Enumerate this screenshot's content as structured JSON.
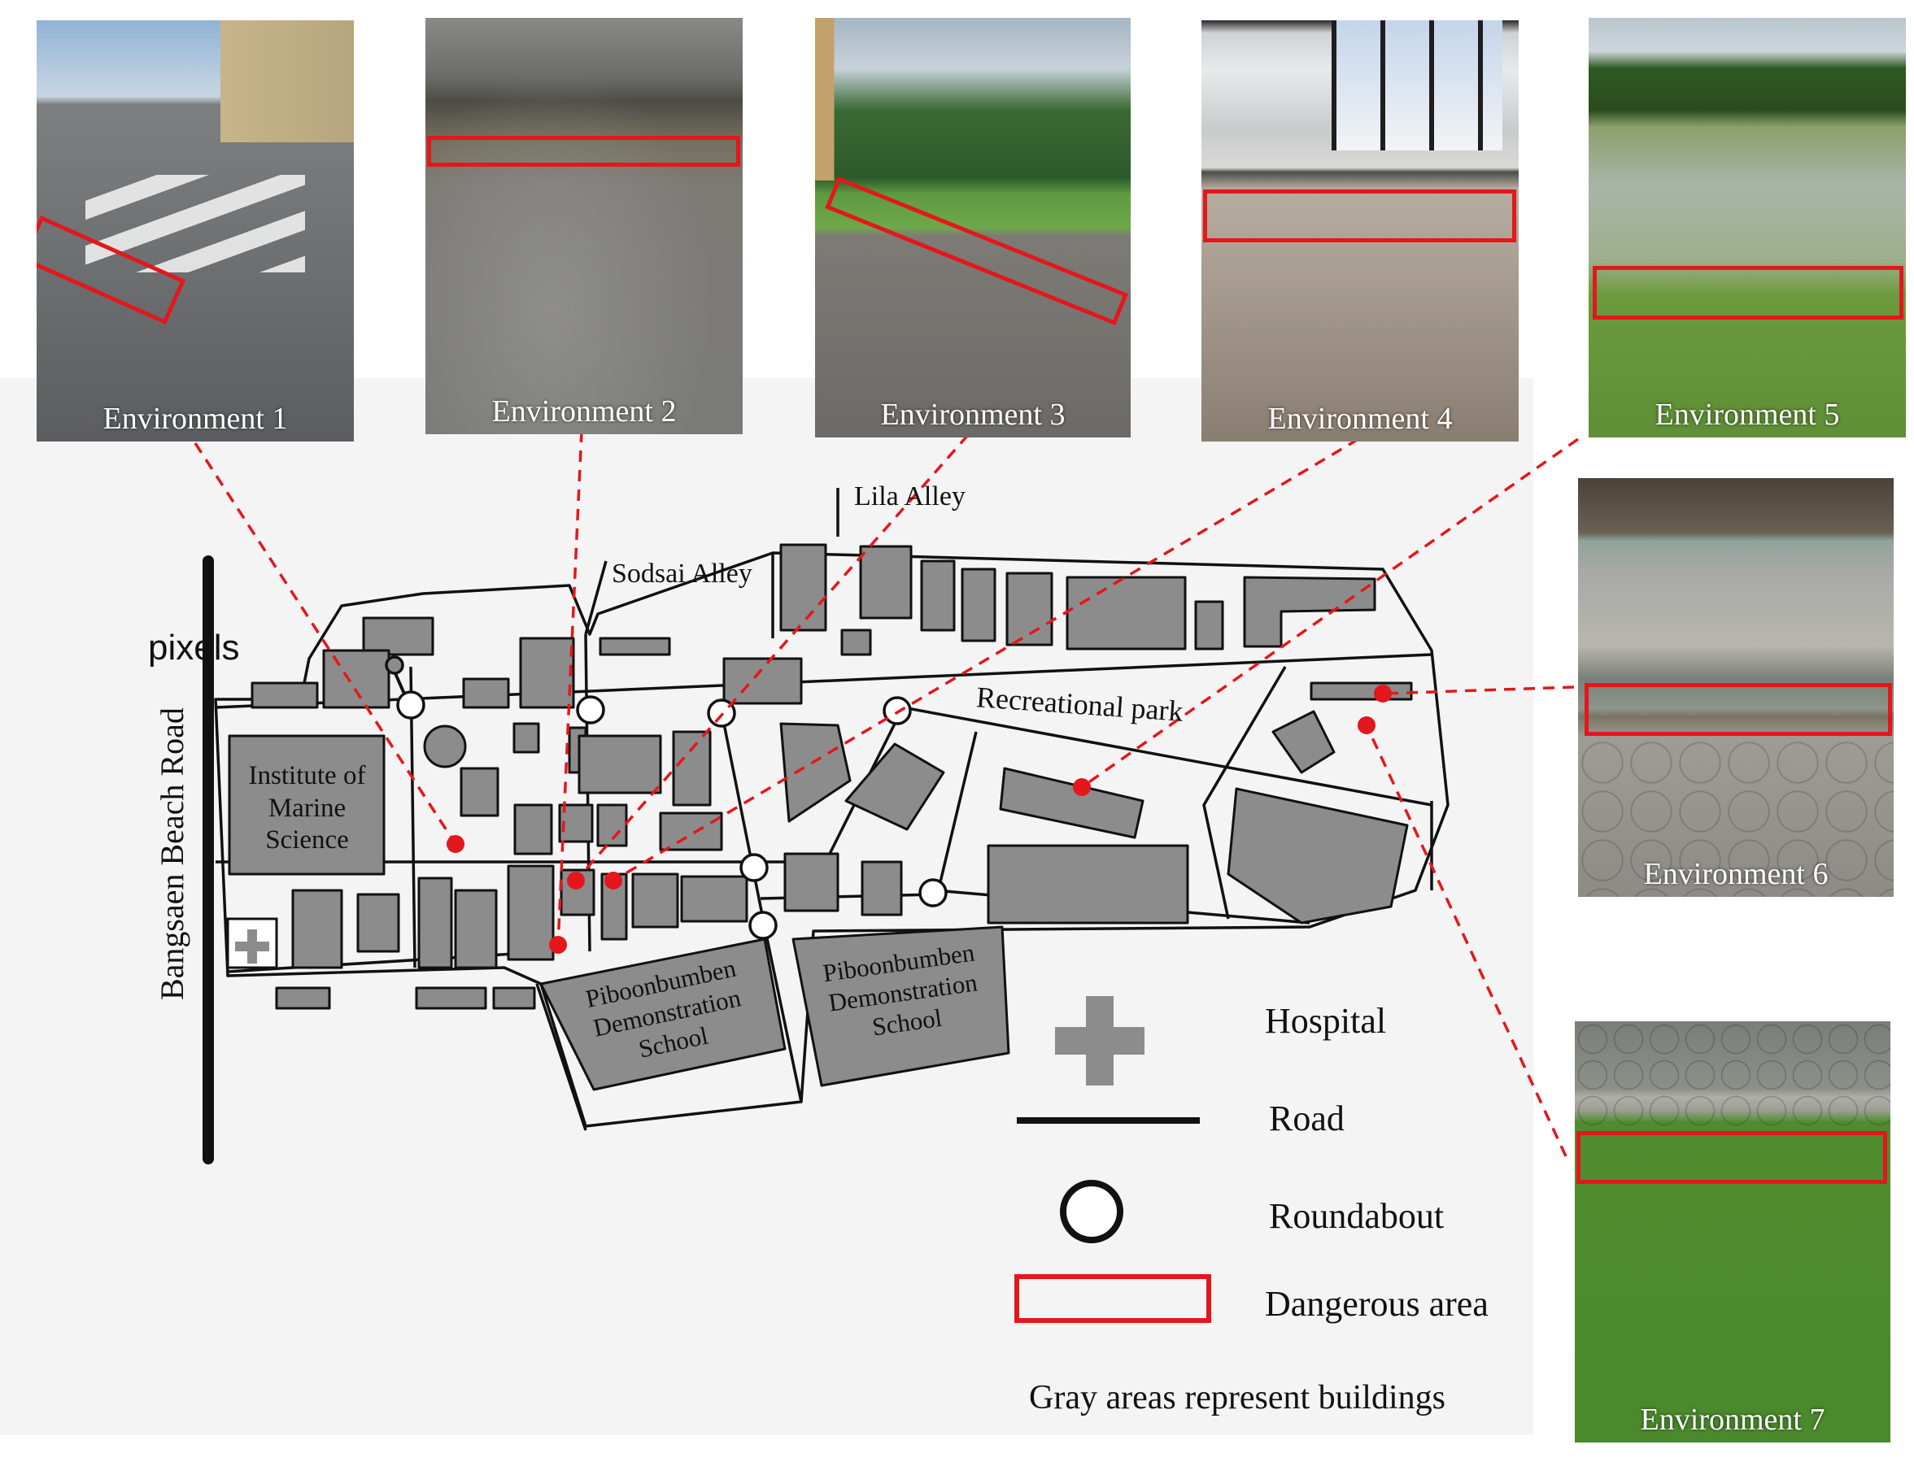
{
  "environments": [
    {
      "label": "Environment 1"
    },
    {
      "label": "Environment 2"
    },
    {
      "label": "Environment 3"
    },
    {
      "label": "Environment 4"
    },
    {
      "label": "Environment 5"
    },
    {
      "label": "Environment 6"
    },
    {
      "label": "Environment 7"
    }
  ],
  "map": {
    "roads": {
      "main": "Bangsaen Beach Road",
      "sodsai": "Sodsai Alley",
      "lila": "Lila Alley"
    },
    "areas": {
      "park": "Recreational park",
      "institute": "Institute of Marine Science",
      "school_left": "Piboonbumben Demonstration School",
      "school_right": "Piboonbumben Demonstration School"
    },
    "stray_text": "pixels"
  },
  "legend": {
    "hospital": "Hospital",
    "road": "Road",
    "roundabout": "Roundabout",
    "dangerous": "Dangerous area",
    "note": "Gray areas represent buildings"
  },
  "colors": {
    "danger": "#e3171c",
    "building": "#8c8c8c",
    "background": "#f5f5f5",
    "hospital_icon": "#8c8c8c"
  },
  "icons": [
    "hospital-cross-icon",
    "road-line-icon",
    "roundabout-circle-icon",
    "danger-box-icon"
  ]
}
